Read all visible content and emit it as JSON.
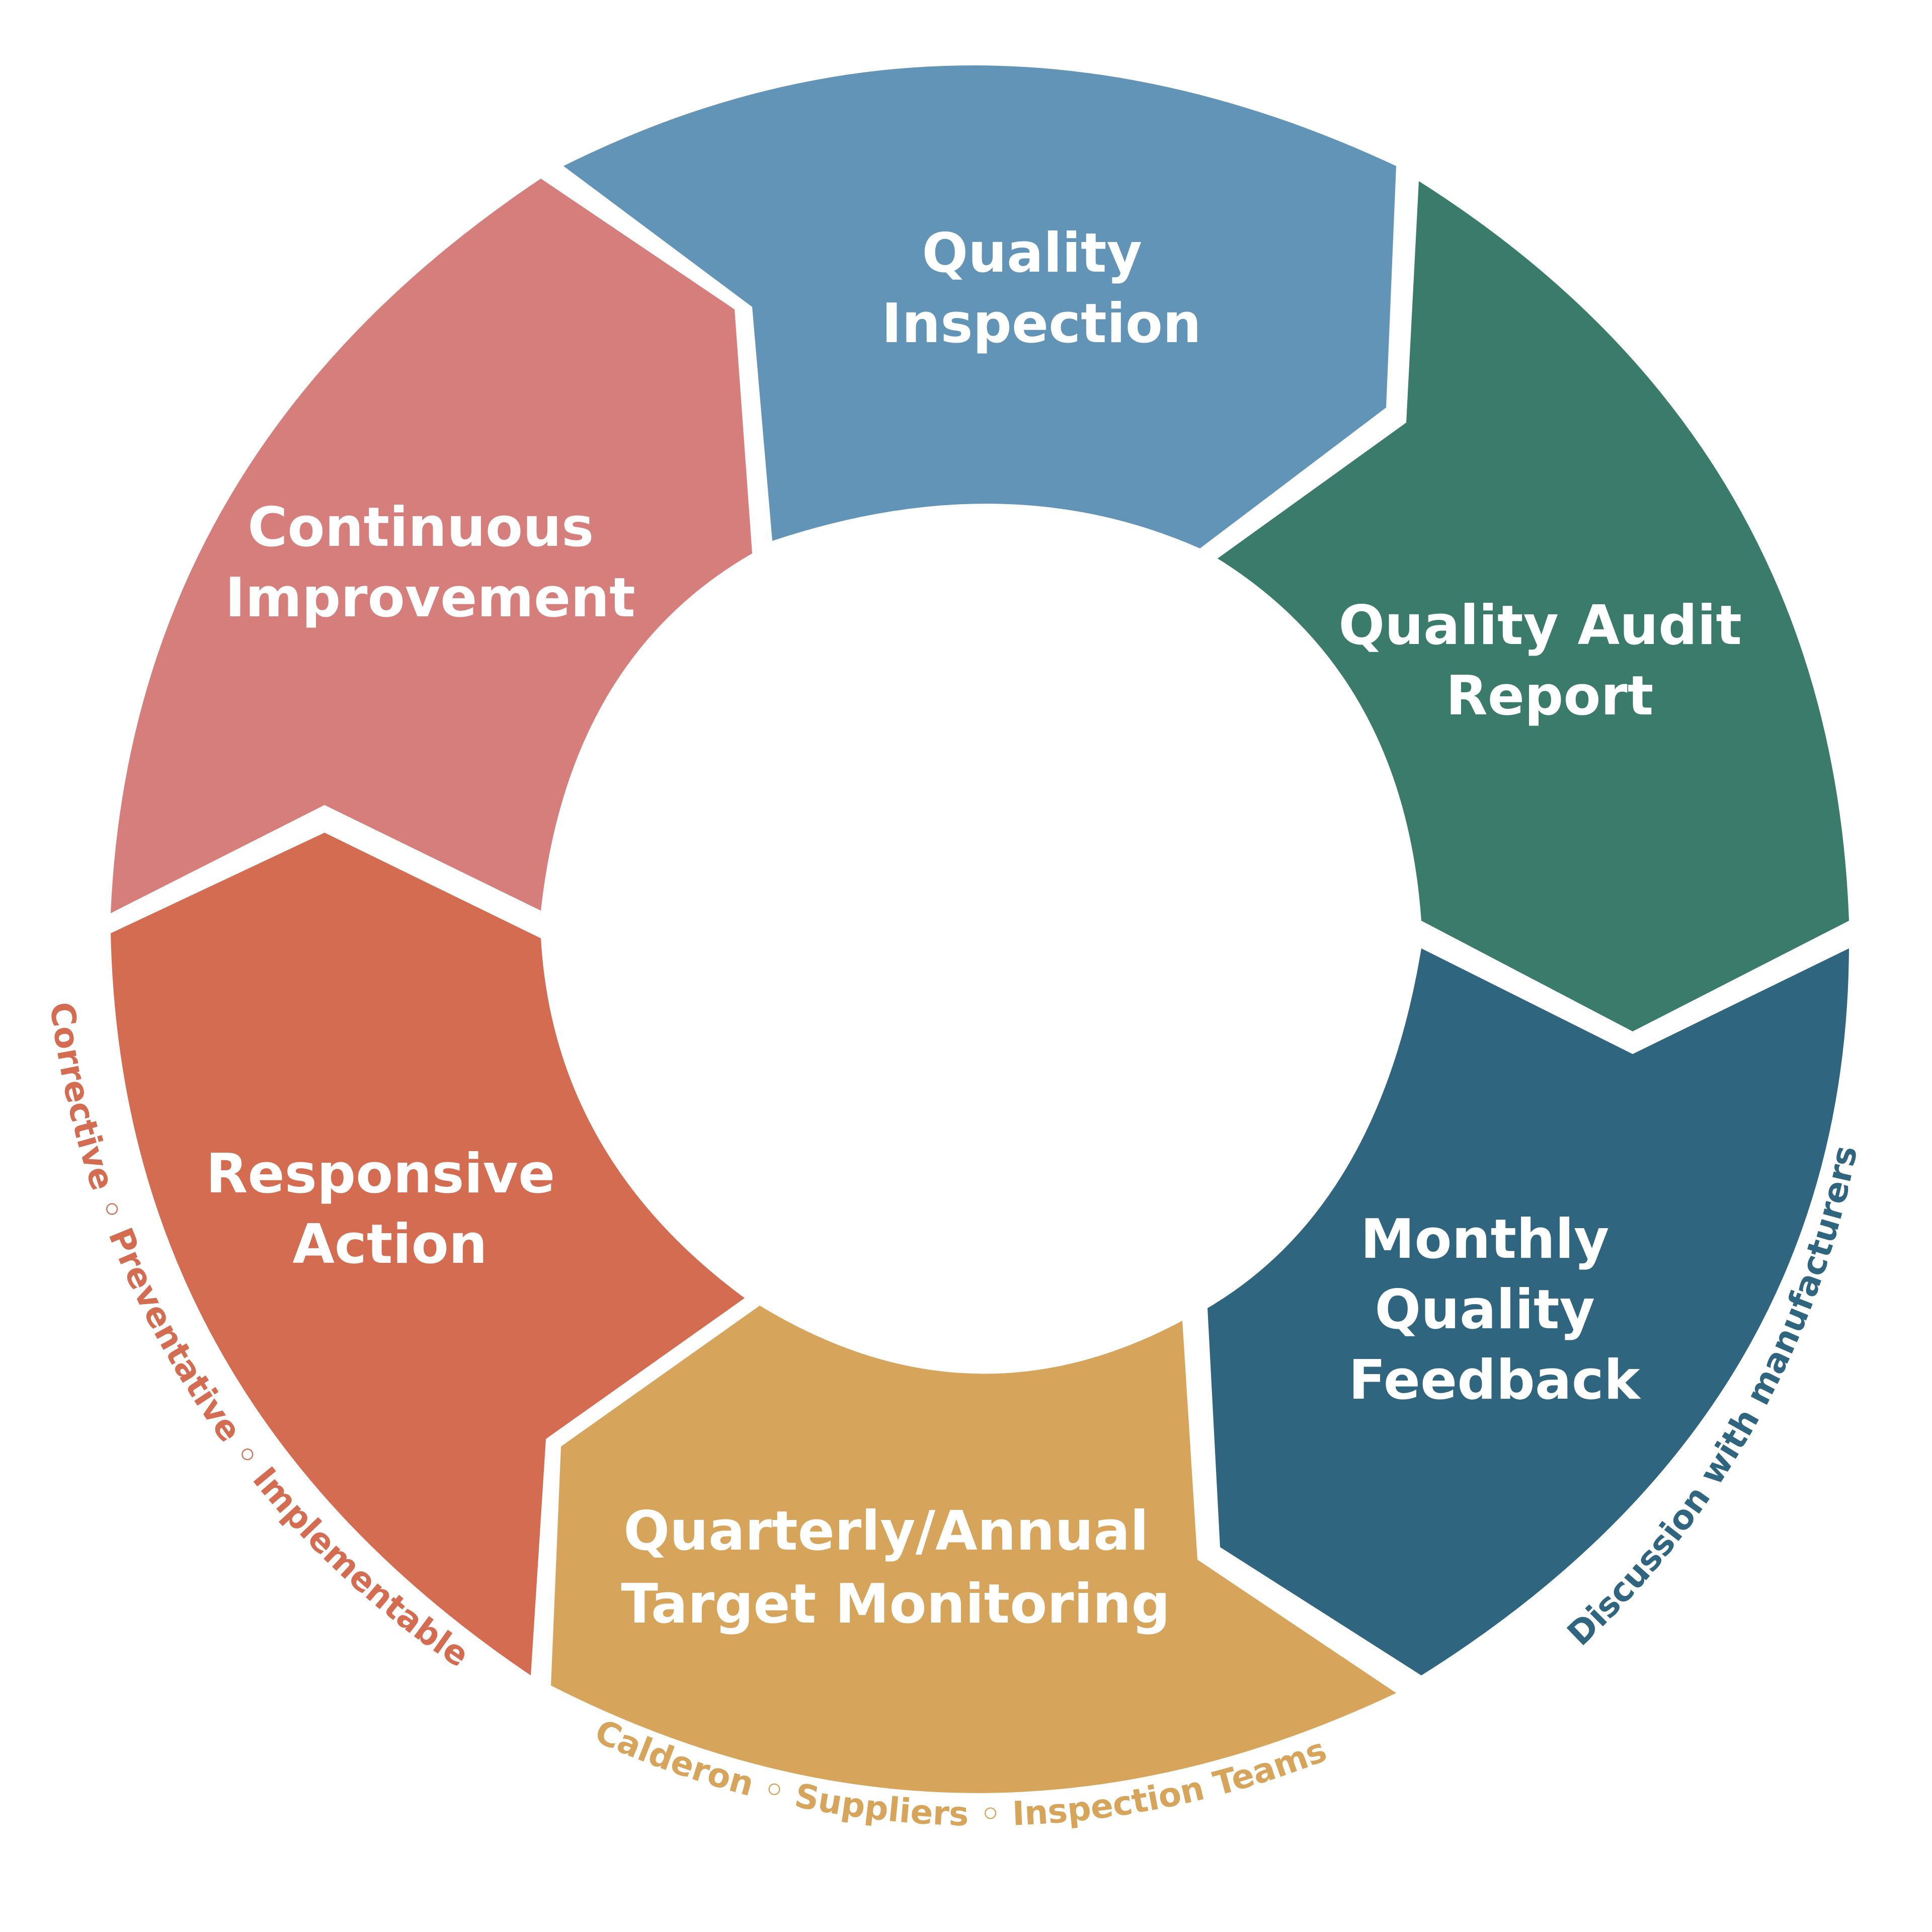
{
  "segments": [
    {
      "id": "quality-inspection",
      "lines": [
        "Quality",
        "Inspection"
      ],
      "color": "#6294b8"
    },
    {
      "id": "quality-audit-report",
      "lines": [
        "Quality Audit",
        "Report"
      ],
      "color": "#3b7b6b"
    },
    {
      "id": "monthly-quality-feedback",
      "lines": [
        "Monthly",
        "Quality",
        "Feedback"
      ],
      "color": "#2f657e"
    },
    {
      "id": "quarterly-annual-target-monitoring",
      "lines": [
        "Quarterly/Annual",
        "Target Monitoring"
      ],
      "color": "#d6a55b"
    },
    {
      "id": "responsive-action",
      "lines": [
        "Responsive",
        "Action"
      ],
      "color": "#d36c51"
    },
    {
      "id": "continuous-improvement",
      "lines": [
        "Continuous",
        "Improvement"
      ],
      "color": "#d57e7b"
    }
  ],
  "arc_labels": {
    "discussion": {
      "text": "Discussion with manufacturers",
      "color": "#2f657e"
    },
    "stakeholders": {
      "text": "Calderon ◦ Suppliers ◦ Inspection Teams",
      "color": "#d6a55b"
    },
    "actions": {
      "text": "Corrective ◦ Preventative ◦ Implementable",
      "color": "#d36c51"
    }
  }
}
